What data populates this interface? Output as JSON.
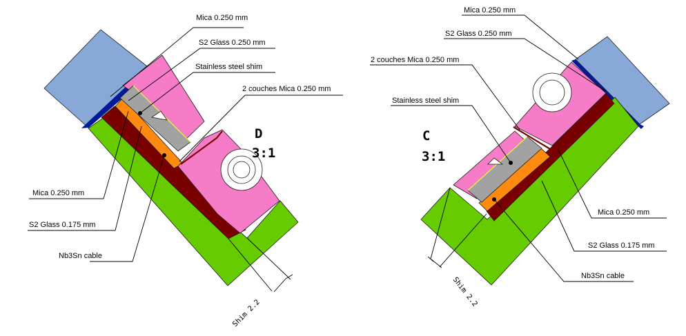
{
  "colors": {
    "blue_block": "#88a8d8",
    "insulation_dark_blue": "#001a9a",
    "pink_wedge": "#f77cc8",
    "grey_shim": "#a2a2a2",
    "orange_cable": "#ff8a10",
    "dark_red_layer": "#7a0000",
    "green_block": "#66cc00",
    "white": "#ffffff",
    "outline": "#1a1a1a"
  },
  "detail_d": {
    "letter": "D",
    "scale": "3:1",
    "labels": {
      "mica_top": "Mica 0.250 mm",
      "s2_glass_top": "S2 Glass 0.250 mm",
      "shim": "Stainless steel shim",
      "two_layers_mica": "2 couches Mica 0.250 mm",
      "mica_bottom": "Mica 0.250 mm",
      "s2_glass_bottom": "S2 Glass 0.175 mm",
      "cable": "Nb3Sn cable"
    },
    "dimension": "Shim 2.2"
  },
  "detail_c": {
    "letter": "C",
    "scale": "3:1",
    "labels": {
      "mica_top": "Mica 0.250 mm",
      "s2_glass_top": "S2 Glass 0.250 mm",
      "two_layers_mica": "2 couches Mica 0.250 mm",
      "shim": "Stainless steel shim",
      "mica_right": "Mica 0.250 mm",
      "s2_glass_right": "S2 Glass 0.175 mm",
      "cable": "Nb3Sn cable"
    },
    "dimension": "Shim 2.2"
  }
}
